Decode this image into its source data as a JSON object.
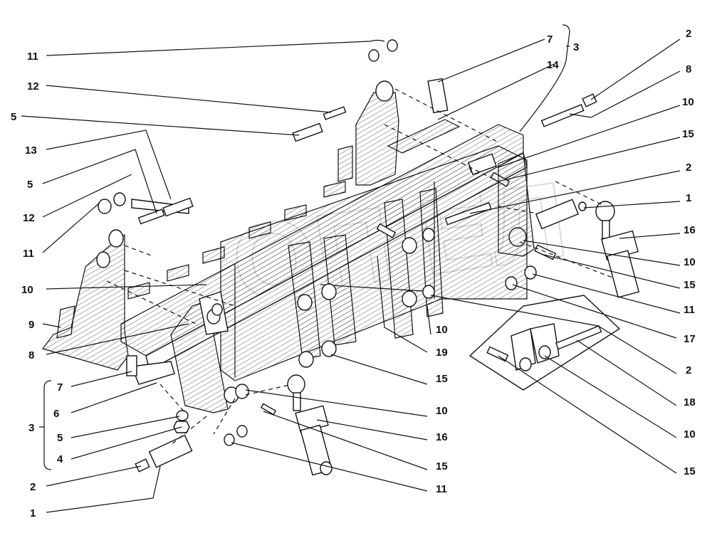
{
  "watermark": "ОП ЕЛ",
  "callouts_left": [
    "11",
    "12",
    "5",
    "13",
    "5",
    "12",
    "11",
    "10",
    "9",
    "8",
    "7",
    "6",
    "5",
    "4",
    "2",
    "1"
  ],
  "group_left": "3",
  "callouts_top": [
    "7",
    "3",
    "14"
  ],
  "callouts_right": [
    "2",
    "8",
    "10",
    "15",
    "2",
    "1",
    "16",
    "10",
    "15",
    "11",
    "17",
    "2",
    "18",
    "10",
    "15"
  ],
  "callouts_bottom": [
    "10",
    "19",
    "15",
    "10",
    "16",
    "15",
    "11"
  ]
}
